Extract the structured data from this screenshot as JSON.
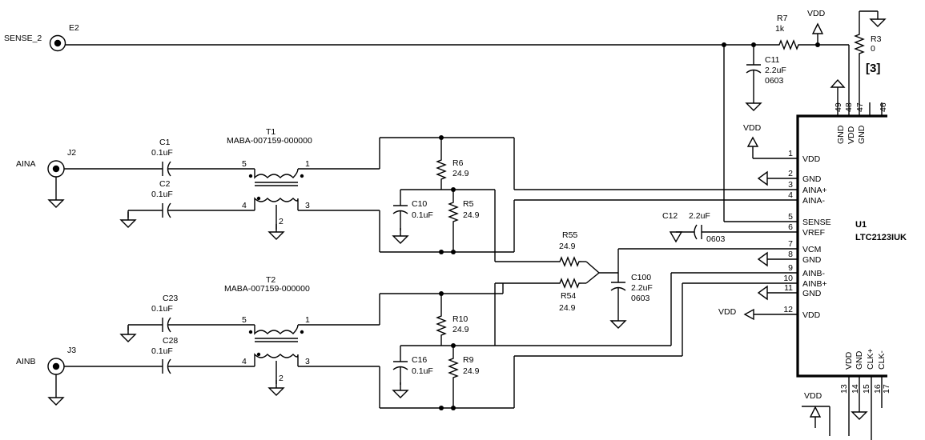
{
  "connectors": {
    "e2": {
      "net": "SENSE_2",
      "ref": "E2"
    },
    "j2": {
      "net": "AINA",
      "ref": "J2"
    },
    "j3": {
      "net": "AINB",
      "ref": "J3"
    }
  },
  "capacitors": {
    "c1": {
      "ref": "C1",
      "value": "0.1uF"
    },
    "c2": {
      "ref": "C2",
      "value": "0.1uF"
    },
    "c23": {
      "ref": "C23",
      "value": "0.1uF"
    },
    "c28": {
      "ref": "C28",
      "value": "0.1uF"
    },
    "c10": {
      "ref": "C10",
      "value": "0.1uF"
    },
    "c16": {
      "ref": "C16",
      "value": "0.1uF"
    },
    "c11": {
      "ref": "C11",
      "value": "2.2uF",
      "pkg": "0603"
    },
    "c12": {
      "ref": "C12",
      "value": "2.2uF",
      "pkg": "0603"
    },
    "c100": {
      "ref": "C100",
      "value": "2.2uF",
      "pkg": "0603"
    }
  },
  "resistors": {
    "r6": {
      "ref": "R6",
      "value": "24.9"
    },
    "r5": {
      "ref": "R5",
      "value": "24.9"
    },
    "r10": {
      "ref": "R10",
      "value": "24.9"
    },
    "r9": {
      "ref": "R9",
      "value": "24.9"
    },
    "r55": {
      "ref": "R55",
      "value": "24.9"
    },
    "r54": {
      "ref": "R54",
      "value": "24.9"
    },
    "r7": {
      "ref": "R7",
      "value": "1k"
    },
    "r3": {
      "ref": "R3",
      "value": "0"
    }
  },
  "transformers": {
    "t1": {
      "ref": "T1",
      "part": "MABA-007159-000000",
      "pins": [
        "5",
        "1",
        "4",
        "3",
        "2"
      ]
    },
    "t2": {
      "ref": "T2",
      "part": "MABA-007159-000000",
      "pins": [
        "5",
        "1",
        "4",
        "3",
        "2"
      ]
    }
  },
  "sheet_ref": "[3]",
  "power": {
    "vdd": "VDD"
  },
  "ic": {
    "ref": "U1",
    "part": "LTC2123IUK",
    "left_pins": [
      {
        "num": "1",
        "name": "VDD"
      },
      {
        "num": "2",
        "name": "GND"
      },
      {
        "num": "3",
        "name": "AINA+"
      },
      {
        "num": "4",
        "name": "AINA-"
      },
      {
        "num": "5",
        "name": "SENSE"
      },
      {
        "num": "6",
        "name": "VREF"
      },
      {
        "num": "7",
        "name": "VCM"
      },
      {
        "num": "8",
        "name": "GND"
      },
      {
        "num": "9",
        "name": "AINB-"
      },
      {
        "num": "10",
        "name": "AINB+"
      },
      {
        "num": "11",
        "name": "GND"
      },
      {
        "num": "12",
        "name": "VDD"
      }
    ],
    "top_pins": [
      {
        "num": "49",
        "name": "GND"
      },
      {
        "num": "48",
        "name": "VDD"
      },
      {
        "num": "47",
        "name": "GND"
      },
      {
        "num": "46",
        "name": ""
      }
    ],
    "bottom_pins": [
      {
        "num": "13",
        "name": "VDD"
      },
      {
        "num": "14",
        "name": "GND"
      },
      {
        "num": "15",
        "name": "CLK+"
      },
      {
        "num": "16",
        "name": "CLK-"
      },
      {
        "num": "17",
        "name": ""
      }
    ]
  }
}
